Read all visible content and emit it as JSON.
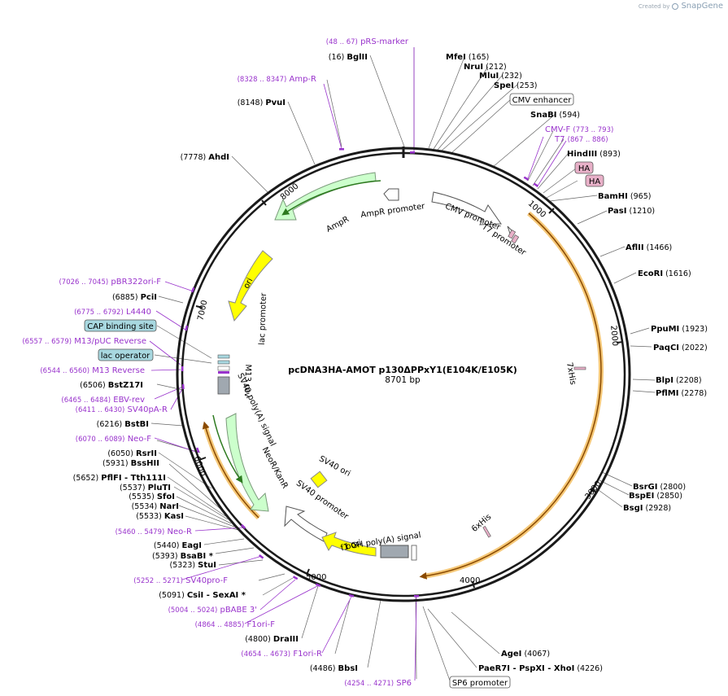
{
  "brand": {
    "created_by": "Created by",
    "name": "SnapGene"
  },
  "plasmid": {
    "name": "pcDNA3HA-AMOT p130ΔPPxY1(E104K/E105K)",
    "size_label": "8701 bp",
    "length": 8701
  },
  "colors": {
    "primer": "#9933cc",
    "backbone": "#1a1a1a",
    "orf": "#f5a623",
    "feature_green": "#ccffcc",
    "feature_white": "#ffffff",
    "feature_yellow": "#ffff00",
    "feature_gray": "#a0a8b0",
    "tag_pink": "#e8b0c8",
    "lac_blue": "#a8d8e0"
  },
  "ticks": [
    "1000",
    "2000",
    "3000",
    "4000",
    "5000",
    "6000",
    "7000",
    "8000"
  ],
  "enzymes": [
    {
      "name": "BglII",
      "pos": "(16)"
    },
    {
      "name": "MfeI",
      "pos": "(165)"
    },
    {
      "name": "NruI",
      "pos": "(212)"
    },
    {
      "name": "MluI",
      "pos": "(232)"
    },
    {
      "name": "SpeI",
      "pos": "(253)"
    },
    {
      "name": "SnaBI",
      "pos": "(594)"
    },
    {
      "name": "HindIII",
      "pos": "(893)"
    },
    {
      "name": "BamHI",
      "pos": "(965)"
    },
    {
      "name": "PasI",
      "pos": "(1210)"
    },
    {
      "name": "AflII",
      "pos": "(1466)"
    },
    {
      "name": "EcoRI",
      "pos": "(1616)"
    },
    {
      "name": "PpuMI",
      "pos": "(1923)"
    },
    {
      "name": "PaqCI",
      "pos": "(2022)"
    },
    {
      "name": "BlpI",
      "pos": "(2208)"
    },
    {
      "name": "PflMI",
      "pos": "(2278)"
    },
    {
      "name": "BsrGI",
      "pos": "(2800)"
    },
    {
      "name": "BspEI",
      "pos": "(2850)"
    },
    {
      "name": "BsgI",
      "pos": "(2928)"
    },
    {
      "name": "AgeI",
      "pos": "(4067)"
    },
    {
      "name": "PaeR7I - PspXI - XhoI",
      "pos": "(4226)"
    },
    {
      "name": "BbsI",
      "pos": "(4486)"
    },
    {
      "name": "DraIII",
      "pos": "(4800)"
    },
    {
      "name": "CsiI - SexAI *",
      "pos": "(5091)"
    },
    {
      "name": "StuI",
      "pos": "(5323)"
    },
    {
      "name": "BsaBI *",
      "pos": "(5393)"
    },
    {
      "name": "EagI",
      "pos": "(5440)"
    },
    {
      "name": "KasI",
      "pos": "(5533)"
    },
    {
      "name": "NarI",
      "pos": "(5534)"
    },
    {
      "name": "SfoI",
      "pos": "(5535)"
    },
    {
      "name": "PluTI",
      "pos": "(5537)"
    },
    {
      "name": "PflFI - Tth111I",
      "pos": "(5652)"
    },
    {
      "name": "BssHII",
      "pos": "(5931)"
    },
    {
      "name": "RsrII",
      "pos": "(6050)"
    },
    {
      "name": "BstBI",
      "pos": "(6216)"
    },
    {
      "name": "BstZ17I",
      "pos": "(6506)"
    },
    {
      "name": "PciI",
      "pos": "(6885)"
    },
    {
      "name": "AhdI",
      "pos": "(7778)"
    },
    {
      "name": "PvuI",
      "pos": "(8148)"
    }
  ],
  "primers": [
    {
      "name": "pRS-marker",
      "range": "(48 .. 67)"
    },
    {
      "name": "Amp-R",
      "range": "(8328 .. 8347)"
    },
    {
      "name": "CMV-F",
      "range": "(773 .. 793)"
    },
    {
      "name": "T7",
      "range": "(867 .. 886)"
    },
    {
      "name": "pBR322ori-F",
      "range": "(7026 .. 7045)"
    },
    {
      "name": "L4440",
      "range": "(6775 .. 6792)"
    },
    {
      "name": "M13/pUC Reverse",
      "range": "(6557 .. 6579)"
    },
    {
      "name": "M13 Reverse",
      "range": "(6544 .. 6560)"
    },
    {
      "name": "EBV-rev",
      "range": "(6465 .. 6484)"
    },
    {
      "name": "SV40pA-R",
      "range": "(6411 .. 6430)"
    },
    {
      "name": "Neo-F",
      "range": "(6070 .. 6089)"
    },
    {
      "name": "Neo-R",
      "range": "(5460 .. 5479)"
    },
    {
      "name": "SV40pro-F",
      "range": "(5252 .. 5271)"
    },
    {
      "name": "pBABE 3'",
      "range": "(5004 .. 5024)"
    },
    {
      "name": "F1ori-F",
      "range": "(4864 .. 4885)"
    },
    {
      "name": "F1ori-R",
      "range": "(4654 .. 4673)"
    },
    {
      "name": "SP6",
      "range": "(4254 .. 4271)"
    }
  ],
  "boxed_labels": [
    {
      "name": "CMV enhancer"
    },
    {
      "name": "HA"
    },
    {
      "name": "HA"
    },
    {
      "name": "CAP binding site"
    },
    {
      "name": "lac operator"
    },
    {
      "name": "SP6 promoter"
    }
  ],
  "features": [
    {
      "name": "AmpR"
    },
    {
      "name": "AmpR promoter"
    },
    {
      "name": "CMV promoter"
    },
    {
      "name": "T7 promoter"
    },
    {
      "name": "ori"
    },
    {
      "name": "lac promoter"
    },
    {
      "name": "M13 rev"
    },
    {
      "name": "SV40 poly(A) signal"
    },
    {
      "name": "NeoR/KanR"
    },
    {
      "name": "SV40 ori"
    },
    {
      "name": "SV40 promoter"
    },
    {
      "name": "f1 ori"
    },
    {
      "name": "bGH poly(A) signal"
    },
    {
      "name": "7xHis"
    },
    {
      "name": "6xHis"
    }
  ]
}
